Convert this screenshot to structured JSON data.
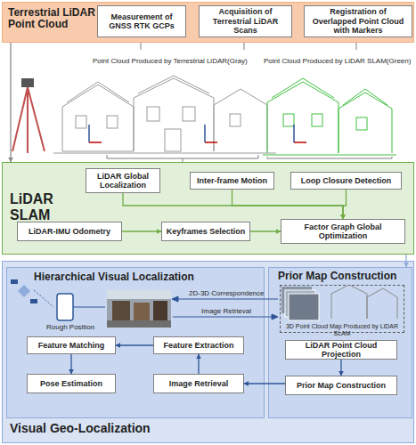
{
  "diagram": {
    "nodes": [
      {
        "text": [
          "Terrestrial LiDAR Point Cloud"
        ]
      },
      {
        "text": [
          "Measurement of GNSS RTK GCPs"
        ],
        "in": 0
      },
      {
        "text": [
          "Acquisition of Terrestrial LiDAR Scans"
        ],
        "in": 0
      },
      {
        "text": [
          "Registration of Overlapped Point Cloud with Markers"
        ],
        "in": 0
      },
      {
        "text": [
          "LiDAR SLAM"
        ]
      },
      {
        "text": [
          "LiDAR Global Localization"
        ],
        "in": 4
      },
      {
        "text": [
          "Inter-frame Motion"
        ],
        "in": 4
      },
      {
        "text": [
          "Loop Closure Detection"
        ],
        "in": 4
      },
      {
        "text": [
          "LiDAR-IMU Odometry"
        ],
        "in": 4
      },
      {
        "text": [
          "Keyframes Selection"
        ],
        "in": 4
      },
      {
        "text": [
          "Factor Graph Global Optimization"
        ],
        "in": 4
      },
      {
        "text": [
          "Visual Geo-Localization"
        ]
      },
      {
        "text": [
          "Hierarchical Visual Localization"
        ],
        "in": 11
      },
      {
        "text": [
          "Feature Matching"
        ],
        "in": 12
      },
      {
        "text": [
          "Feature Extraction"
        ],
        "in": 12
      },
      {
        "text": [
          "Pose Estimation"
        ],
        "in": 12
      },
      {
        "text": [
          "Image Retrieval"
        ],
        "in": 12
      },
      {
        "text": [
          "Prior Map Construction"
        ],
        "in": 11
      },
      {
        "text": [
          "3D Point Cloud Map Produced by LiDAR SLAM"
        ],
        "in": 17
      },
      {
        "text": [
          "LiDAR Point Cloud Projection"
        ],
        "in": 17
      },
      {
        "text": [
          "Prior Map Construction"
        ],
        "in": 17
      }
    ],
    "edges": [
      {
        "from": 0,
        "to": 4,
        "arrow": "to"
      },
      {
        "from": 5,
        "to": 10,
        "arrow": "to"
      },
      {
        "from": 6,
        "to": 10,
        "arrow": "to"
      },
      {
        "from": 7,
        "to": 10,
        "arrow": "to"
      },
      {
        "from": 8,
        "to": 9,
        "arrow": "to"
      },
      {
        "from": 9,
        "to": 10,
        "arrow": "to"
      },
      {
        "from": 4,
        "to": 17,
        "arrow": "to"
      },
      {
        "from": 14,
        "to": 13,
        "arrow": "to"
      },
      {
        "from": 13,
        "to": 15,
        "arrow": "to"
      },
      {
        "from": 16,
        "to": 14,
        "arrow": "to"
      },
      {
        "from": 19,
        "to": 20,
        "arrow": "to"
      },
      {
        "from": 20,
        "to": 16,
        "arrow": "to"
      }
    ],
    "labels": [
      "Point Cloud Produced by Terrestrial LiDAR(Gray)",
      "Point Cloud Produced by LiDAR SLAM(Green)",
      "Rough Position",
      "2D-3D Correspondence",
      "Image Retrieval"
    ]
  }
}
